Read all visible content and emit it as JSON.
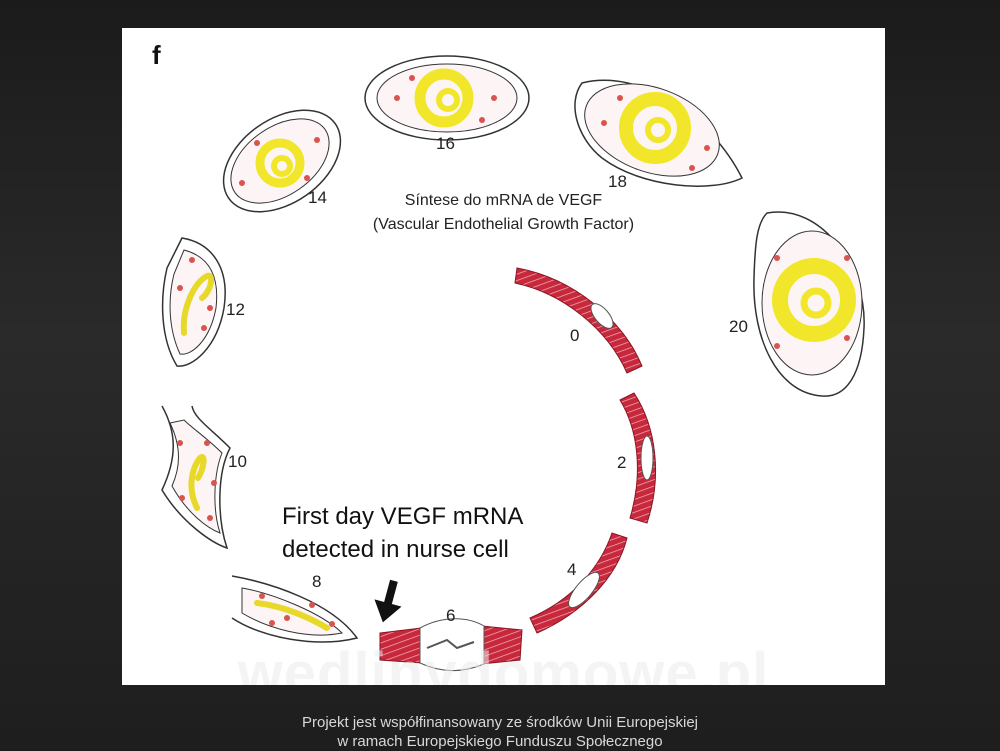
{
  "panel_letter": "f",
  "stages": [
    {
      "id": "0",
      "label": "0"
    },
    {
      "id": "2",
      "label": "2"
    },
    {
      "id": "4",
      "label": "4"
    },
    {
      "id": "6",
      "label": "6"
    },
    {
      "id": "8",
      "label": "8"
    },
    {
      "id": "10",
      "label": "10"
    },
    {
      "id": "12",
      "label": "12"
    },
    {
      "id": "14",
      "label": "14"
    },
    {
      "id": "16",
      "label": "16"
    },
    {
      "id": "18",
      "label": "18"
    },
    {
      "id": "20",
      "label": "20"
    }
  ],
  "vegf_caption": {
    "line1": "Síntese do mRNA de VEGF",
    "line2": "(Vascular Endothelial Growth Factor)"
  },
  "annotation": {
    "line1": "First day VEGF mRNA",
    "line2": "detected in nurse cell"
  },
  "watermark": "wedlinydomowe.pl",
  "footer": {
    "line1": "Projekt jest współfinansowany ze środków Unii Europejskiej",
    "line2": "w ramach Europejskiego Funduszu Społecznego"
  },
  "colors": {
    "muscle": "#c8283c",
    "larva": "#f2e62a",
    "outline": "#333333",
    "nucleus": "#d9534f"
  }
}
